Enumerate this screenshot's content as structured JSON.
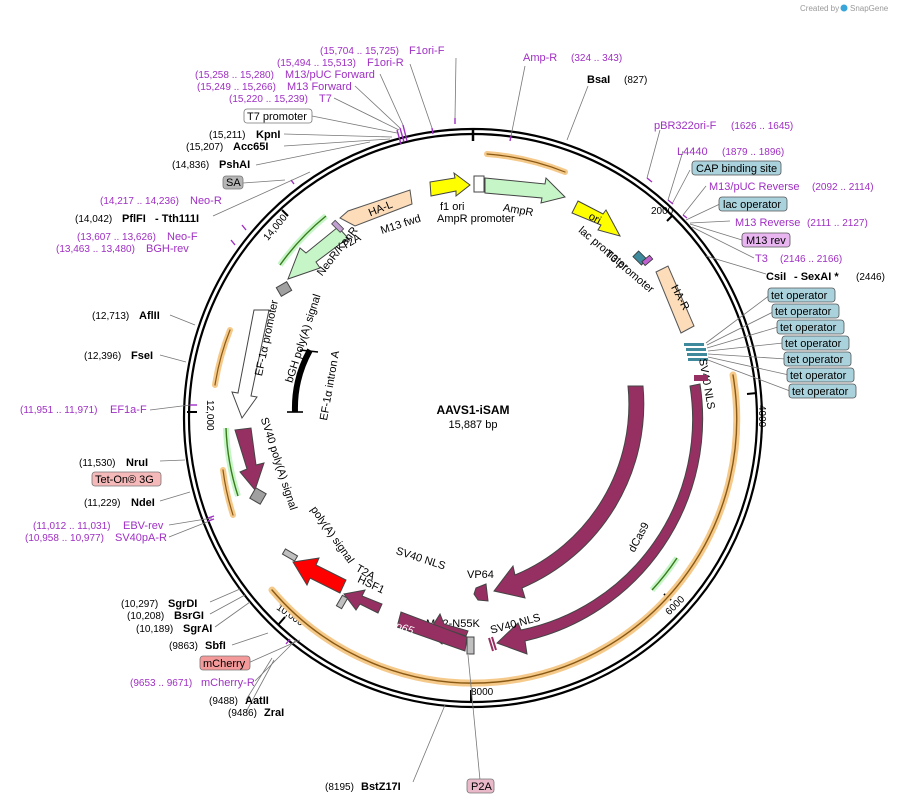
{
  "brand": {
    "created_by": "Created by",
    "name": "SnapGene"
  },
  "plasmid": {
    "name": "AAVS1-iSAM",
    "size": "15,887 bp"
  },
  "ticks": [
    "2000",
    "4000",
    "6000",
    "8000",
    "10,000",
    "12,000",
    "14,000"
  ],
  "enzymes": {
    "bsai": {
      "name": "BsaI",
      "pos": "(827)"
    },
    "kpni": {
      "name": "KpnI",
      "pos": "(15,211)"
    },
    "acc65i": {
      "name": "Acc65I",
      "pos": "(15,207)"
    },
    "pshai": {
      "name": "PshAI",
      "pos": "(14,836)"
    },
    "pflfi": {
      "name": "PflFI",
      "name2": "- Tth111I",
      "pos": "(14,042)"
    },
    "aflii": {
      "name": "AflII",
      "pos": "(12,713)"
    },
    "fsei": {
      "name": "FseI",
      "pos": "(12,396)"
    },
    "srui": {
      "name": "NruI",
      "pos": "(11,530)"
    },
    "ndei": {
      "name": "NdeI",
      "pos": "(11,229)"
    },
    "sgrdi": {
      "name": "SgrDI",
      "pos": "(10,297)"
    },
    "bsrgi": {
      "name": "BsrGI",
      "pos": "(10,208)"
    },
    "sgrai": {
      "name": "SgrAI",
      "pos": "(10,189)"
    },
    "sbfi": {
      "name": "SbfI",
      "pos": "(9863)"
    },
    "aatii": {
      "name": "AatII",
      "pos": "(9488)"
    },
    "zrai": {
      "name": "ZraI",
      "pos": "(9486)"
    },
    "bstz17i": {
      "name": "BstZ17I",
      "pos": "(8195)"
    },
    "csii": {
      "name": "CsiI",
      "name2": "- SexAI *",
      "pos": "(2446)"
    }
  },
  "primers": {
    "f1ori_f": {
      "name": "F1ori-F",
      "pos": "(15,704 .. 15,725)"
    },
    "f1ori_r": {
      "name": "F1ori-R",
      "pos": "(15,494 .. 15,513)"
    },
    "m13puc_fwd": {
      "name": "M13/pUC Forward",
      "pos": "(15,258 .. 15,280)"
    },
    "m13_fwd": {
      "name": "M13 Forward",
      "pos": "(15,249 .. 15,266)"
    },
    "t7": {
      "name": "T7",
      "pos": "(15,220 .. 15,239)"
    },
    "amp_r": {
      "name": "Amp-R",
      "pos": "(324 .. 343)"
    },
    "pbr322ori_f": {
      "name": "pBR322ori-F",
      "pos": "(1626 .. 1645)"
    },
    "l4440": {
      "name": "L4440",
      "pos": "(1879 .. 1896)"
    },
    "m13puc_rev": {
      "name": "M13/pUC Reverse",
      "pos": "(2092 .. 2114)"
    },
    "m13_rev": {
      "name": "M13 Reverse",
      "pos": "(2111 .. 2127)"
    },
    "t3": {
      "name": "T3",
      "pos": "(2146 .. 2166)"
    },
    "neo_r": {
      "name": "Neo-R",
      "pos": "(14,217 .. 14,236)"
    },
    "neo_f": {
      "name": "Neo-F",
      "pos": "(13,607 .. 13,626)"
    },
    "bgh_rev": {
      "name": "BGH-rev",
      "pos": "(13,463 .. 13,480)"
    },
    "ef1a_f": {
      "name": "EF1a-F",
      "pos": "(11,951 .. 11,971)"
    },
    "ebv_rev": {
      "name": "EBV-rev",
      "pos": "(11,012 .. 11,031)"
    },
    "sv40pa_r": {
      "name": "SV40pA-R",
      "pos": "(10,958 .. 10,977)"
    },
    "mcherry_r": {
      "name": "mCherry-R",
      "pos": "(9653 .. 9671)"
    }
  },
  "boxed": {
    "t7_promoter": "T7 promoter",
    "sa": "SA",
    "cap_binding": "CAP binding site",
    "lac_operator": "lac operator",
    "m13_rev_box": "M13 rev",
    "tet_operator": "tet operator",
    "tet_on": "Tet-On® 3G",
    "mcherry": "mCherry",
    "p2a": "P2A"
  },
  "features": {
    "ha_l": "HA-L",
    "m13_fwd": "M13 fwd",
    "f1_ori": "f1 ori",
    "ampr_promoter": "AmpR promoter",
    "ampr": "AmpR",
    "ori": "ori",
    "lac_promoter": "lac promoter",
    "t3_promoter": "T3 promoter",
    "ha_r": "HA-R",
    "sv40_nls_1": "SV40 NLS",
    "t2a_top": "T2A",
    "neor": "NeoR/KanR",
    "bgh_polya": "bGH poly(A) signal",
    "ef1a_promoter": "EF-1α promoter",
    "ef1a_intron": "EF-1α intron A",
    "sv40_polya": "SV40 poly(A) signal",
    "cas9": "Cas9",
    "dcas9": "dCas9",
    "sv40_nls_2": "SV40 NLS",
    "vp64": "VP64",
    "sv40_nls_3": "SV40 NLS",
    "ms2": "MS2-N55K",
    "p65": "p65",
    "hsf1": "HSF1",
    "t2a_bot": "T2A",
    "polya": "poly(A) signal"
  },
  "colors": {
    "primer": "#a02fc4",
    "backbone": "#000000",
    "ha_fill": "#fcdcb9",
    "ampr_fill": "#c6f5c8",
    "ori_fill": "#ffff00",
    "cas9_fill": "#963062",
    "mcherry_fill": "#ff0000",
    "orf_fill": "#f5c989",
    "operator_fill": "#a9d2dc",
    "m13rev_fill": "#e9b6f2",
    "teton_fill": "#f5b9b9",
    "p2a_fill": "#e9b9c9"
  }
}
